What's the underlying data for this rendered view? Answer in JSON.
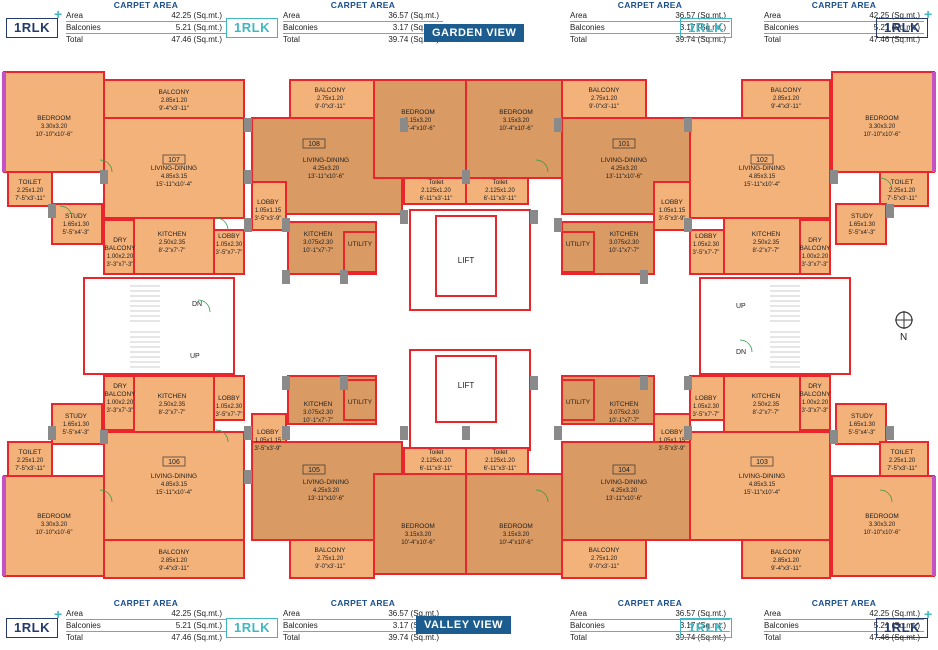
{
  "header": {
    "garden_view": "GARDEN VIEW",
    "valley_view": "VALLEY VIEW"
  },
  "unit_badge": "1RLK",
  "carpet_area_title": "CARPET AREA",
  "row_labels": {
    "area": "Area",
    "balconies": "Balconies",
    "total": "Total"
  },
  "area_tables": {
    "tl": {
      "area": "42.25 (Sq.mt.)",
      "balconies": "5.21 (Sq.mt.)",
      "total": "47.46 (Sq.mt.)"
    },
    "tc": {
      "area": "36.57 (Sq.mt.)",
      "balconies": "3.17 (Sq.mt.)",
      "total": "39.74 (Sq.mt.)"
    },
    "tcr": {
      "area": "36.57 (Sq.mt.)",
      "balconies": "3.17 (Sq.mt.)",
      "total": "39.74 (Sq.mt.)"
    },
    "tr": {
      "area": "42.25 (Sq.mt.)",
      "balconies": "5.21 (Sq.mt.)",
      "total": "47.46 (Sq.mt.)"
    },
    "bl": {
      "area": "42.25 (Sq.mt.)",
      "balconies": "5.21 (Sq.mt.)",
      "total": "47.46 (Sq.mt.)"
    },
    "bc": {
      "area": "36.57 (Sq.mt.)",
      "balconies": "3.17 (Sq.mt.)",
      "total": "39.74 (Sq.mt.)"
    },
    "bcr": {
      "area": "36.57 (Sq.mt.)",
      "balconies": "3.17 (Sq.mt.)",
      "total": "39.74 (Sq.mt.)"
    },
    "br": {
      "area": "42.25 (Sq.mt.)",
      "balconies": "5.21 (Sq.mt.)",
      "total": "47.46 (Sq.mt.)"
    }
  },
  "north": "N",
  "lift": "LIFT",
  "stairs": {
    "up": "UP",
    "dn": "DN"
  },
  "colors": {
    "room": "#f3b27a",
    "room_dark": "#d99a63",
    "wall": "#e8262c",
    "column": "#8a8a8a",
    "navy": "#1c5c8e"
  },
  "units": [
    {
      "id": "107",
      "rooms": [
        [
          "BEDROOM",
          "3.30x3.20",
          "10'-10\"x10'-6\""
        ],
        [
          "BALCONY",
          "2.85x1.20",
          "9'-4\"x3'-11\""
        ],
        [
          "LIVING-DINING",
          "4.85x3.15",
          "15'-11\"x10'-4\""
        ],
        [
          "TOILET",
          "2.25x1.20",
          "7'-5\"x3'-11\""
        ],
        [
          "STUDY",
          "1.65x1.30",
          "5'-5\"x4'-3\""
        ],
        [
          "DRY BALCONY",
          "1.00x2.20",
          "3'-3\"x7'-3\""
        ],
        [
          "KITCHEN",
          "2.50x2.35",
          "8'-2\"x7'-7\""
        ],
        [
          "LOBBY",
          "1.05x2.30",
          "3'-5\"x7'-7\""
        ]
      ]
    },
    {
      "id": "108",
      "rooms": [
        [
          "BALCONY",
          "2.75x1.20",
          "9'-0\"x3'-11\""
        ],
        [
          "LIVING-DINING",
          "4.25x3.20",
          "13'-11\"x10'-6\""
        ],
        [
          "LOBBY",
          "1.05x1.15",
          "3'-5\"x3'-9\""
        ],
        [
          "KITCHEN",
          "3.075x2.30",
          "10'-1\"x7'-7\""
        ],
        [
          "UTILITY"
        ]
      ]
    },
    {
      "id": "G1",
      "rooms": [
        [
          "BEDROOM",
          "3.15x3.20",
          "10'-4\"x10'-6\""
        ],
        [
          "Toilet",
          "2.125x1.20",
          "6'-11\"x3'-11\""
        ]
      ]
    },
    {
      "id": "G2",
      "rooms": [
        [
          "BEDROOM",
          "3.15x3.20",
          "10'-4\"x10'-6\""
        ],
        [
          "Toilet",
          "2.125x1.20",
          "6'-11\"x3'-11\""
        ]
      ]
    },
    {
      "id": "101",
      "rooms": [
        [
          "BALCONY",
          "2.75x1.20",
          "9'-0\"x3'-11\""
        ],
        [
          "LIVING-DINING",
          "4.25x3.20",
          "13'-11\"x10'-6\""
        ],
        [
          "LOBBY",
          "1.05x1.15",
          "3'-5\"x3'-9\""
        ],
        [
          "KITCHEN",
          "3.075x2.30",
          "10'-1\"x7'-7\""
        ],
        [
          "UTILITY"
        ]
      ]
    },
    {
      "id": "102",
      "rooms": [
        [
          "BALCONY",
          "2.85x1.20",
          "9'-4\"x3'-11\""
        ],
        [
          "BEDROOM",
          "3.30x3.20",
          "10'-10\"x10'-6\""
        ],
        [
          "LIVING-DINING",
          "4.85x3.15",
          "15'-11\"x10'-4\""
        ],
        [
          "TOILET",
          "2.25x1.20",
          "7'-5\"x3'-11\""
        ],
        [
          "STUDY",
          "1.65x1.30",
          "5'-5\"x4'-3\""
        ],
        [
          "DRY BALCONY",
          "1.00x2.20",
          "3'-3\"x7'-3\""
        ],
        [
          "KITCHEN",
          "2.50x2.35",
          "8'-2\"x7'-7\""
        ],
        [
          "LOBBY",
          "1.05x2.30",
          "3'-5\"x7'-7\""
        ]
      ]
    },
    {
      "id": "106",
      "rooms": [
        [
          "DRY BALCONY",
          "1.00x2.20",
          "3'-3\"x7'-3\""
        ],
        [
          "KITCHEN",
          "2.50x2.35",
          "8'-2\"x7'-7\""
        ],
        [
          "LOBBY",
          "1.05x2.30",
          "3'-5\"x7'-7\""
        ],
        [
          "STUDY",
          "1.65x1.30",
          "5'-5\"x4'-3\""
        ],
        [
          "TOILET",
          "2.25x1.20",
          "7'-5\"x3'-11\""
        ],
        [
          "LIVING-DINING",
          "4.85x3.15",
          "15'-11\"x10'-4\""
        ],
        [
          "BEDROOM",
          "3.30x3.20",
          "10'-10\"x10'-6\""
        ],
        [
          "BALCONY",
          "2.85x1.20",
          "9'-4\"x3'-11\""
        ]
      ]
    },
    {
      "id": "105",
      "rooms": [
        [
          "KITCHEN",
          "3.075x2.30",
          "10'-1\"x7'-7\""
        ],
        [
          "UTILITY"
        ],
        [
          "LOBBY",
          "1.05x1.15",
          "3'-5\"x3'-9\""
        ],
        [
          "LIVING-DINING",
          "4.25x3.20",
          "13'-11\"x10'-6\""
        ],
        [
          "BALCONY",
          "2.75x1.20",
          "9'-0\"x3'-11\""
        ]
      ]
    },
    {
      "id": "V1",
      "rooms": [
        [
          "Toilet",
          "2.125x1.20",
          "6'-11\"x3'-11\""
        ],
        [
          "BEDROOM",
          "3.15x3.20",
          "10'-4\"x10'-6\""
        ]
      ]
    },
    {
      "id": "V2",
      "rooms": [
        [
          "Toilet",
          "2.125x1.20",
          "6'-11\"x3'-11\""
        ],
        [
          "BEDROOM",
          "3.15x3.20",
          "10'-4\"x10'-6\""
        ]
      ]
    },
    {
      "id": "104",
      "rooms": [
        [
          "UTILITY"
        ],
        [
          "KITCHEN",
          "3.075x2.30",
          "10'-1\"x7'-7\""
        ],
        [
          "LOBBY",
          "1.05x1.15",
          "3'-5\"x3'-9\""
        ],
        [
          "LIVING-DINING",
          "4.25x3.20",
          "13'-11\"x10'-6\""
        ],
        [
          "BALCONY",
          "2.75x1.20",
          "9'-0\"x3'-11\""
        ]
      ]
    },
    {
      "id": "103",
      "rooms": [
        [
          "LOBBY",
          "1.05x2.30",
          "3'-5\"x7'-7\""
        ],
        [
          "KITCHEN",
          "2.50x2.35",
          "8'-2\"x7'-7\""
        ],
        [
          "DRY BALCONY",
          "1.00x2.20",
          "3'-3\"x7'-3\""
        ],
        [
          "STUDY",
          "1.65x1.30",
          "5'-5\"x4'-3\""
        ],
        [
          "TOILET",
          "2.25x1.20",
          "7'-5\"x3'-11\""
        ],
        [
          "LIVING-DINING",
          "4.85x3.15",
          "15'-11\"x10'-4\""
        ],
        [
          "BEDROOM",
          "3.30x3.20",
          "10'-10\"x10'-6\""
        ],
        [
          "BALCONY",
          "2.85x1.20",
          "9'-4\"x3'-11\""
        ]
      ]
    }
  ]
}
